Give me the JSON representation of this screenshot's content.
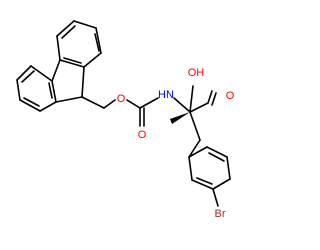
{
  "molecule": {
    "colors": {
      "bond": "#000000",
      "oxygen": "#ff0000",
      "nitrogen": "#0000ff",
      "bromine": "#a52a2a"
    },
    "labels": {
      "hydroxyl": "OH",
      "amide_nh": "HN",
      "ether_o": "O",
      "carbonyl_o": "O",
      "acid_carbonyl_o": "O",
      "bromine": "Br"
    }
  }
}
